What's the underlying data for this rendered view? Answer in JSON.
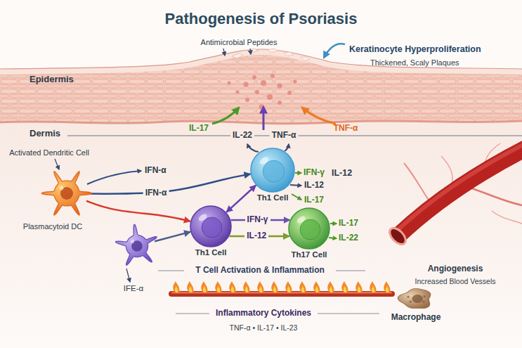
{
  "diagram": {
    "title": "Pathogenesis of Psoriasis",
    "nodes": [
      {
        "text": [
          "Activated Dendritic Cell"
        ]
      },
      {
        "text": [
          "Th1 Cell"
        ]
      },
      {
        "text": [
          "Plasmacytoid DC"
        ]
      },
      {
        "text": [
          "Th1 Cell"
        ]
      },
      {
        "text": [
          "Th17 Cell"
        ]
      },
      {
        "text": [
          "Macrophage"
        ]
      }
    ],
    "edges": [
      {
        "from": 0,
        "to": 1,
        "label": "IFN-α",
        "arrow": "to"
      },
      {
        "from": 0,
        "to": 3,
        "arrow": "to"
      },
      {
        "from": 2,
        "to": 3,
        "arrow": "to"
      },
      {
        "from": 3,
        "to": 1,
        "arrow": "both"
      },
      {
        "from": 3,
        "to": 4,
        "label": "IFN-γ",
        "arrow": "to"
      },
      {
        "from": 3,
        "to": 4,
        "label": "IL-12",
        "arrow": "to"
      }
    ],
    "labels": [
      "Antimicrobial Peptides",
      "Keratinocyte Hyperproliferation",
      "Thickened, Scaly Plaques",
      "Epidermis",
      "Dermis",
      "IL-17",
      "IL-22",
      "TNF-α",
      "TNF-α",
      "IFN-α",
      "IFN-γ",
      "IL-12",
      "IL-12",
      "IL-17",
      "IL-17",
      "IL-22",
      "IFE-α",
      "Angiogenesis",
      "Increased Blood Vessels",
      "T Cell Activation & Inflammation",
      "Inflammatory Cytokines",
      "TNF-α • IL-17 • IL-23"
    ]
  }
}
